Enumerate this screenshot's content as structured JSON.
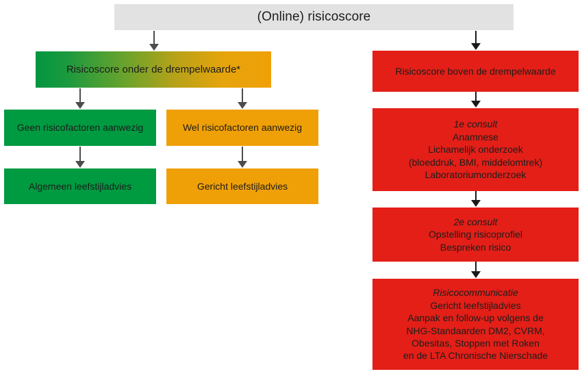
{
  "diagram": {
    "title_box": {
      "label": "(Online) risicoscore",
      "color": "#e2e2e2"
    },
    "branch_low": {
      "label": "Risicoscore onder de drempelwaarde*",
      "gradient_from": "#009640",
      "gradient_to": "#f0a007"
    },
    "branch_high": {
      "label": "Risicoscore boven de drempelwaarde",
      "color": "#e31f18"
    },
    "green_nodes": [
      {
        "label": "Geen risicofactoren aanwezig",
        "color": "#009a41"
      },
      {
        "label": "Algemeen leefstijladvies",
        "color": "#009a41"
      }
    ],
    "orange_nodes": [
      {
        "label": "Wel risicofactoren aanwezig",
        "color": "#f0a007"
      },
      {
        "label": "Gericht leefstijladvies",
        "color": "#f0a007"
      }
    ],
    "red_nodes": [
      {
        "heading": "1e consult",
        "lines": [
          "Anamnese",
          "Lichamelijk onderzoek",
          "(bloeddruk, BMI, middelomtrek)",
          "Laboratoriumonderzoek"
        ],
        "color": "#e31f18"
      },
      {
        "heading": "2e consult",
        "lines": [
          "Opstelling risicoprofiel",
          "Bespreken risico"
        ],
        "color": "#e31f18"
      },
      {
        "heading": "Risicocommunicatie",
        "lines": [
          "Gericht leefstijladvies",
          "Aanpak en follow-up volgens de",
          "NHG-Standaarden DM2, CVRM,",
          "Obesitas, Stoppen met Roken",
          "en de LTA Chronische Nierschade"
        ],
        "color": "#e31f18"
      }
    ],
    "connector_color_left": "#4c4c4c",
    "connector_color_right": "#1a1a1a"
  }
}
